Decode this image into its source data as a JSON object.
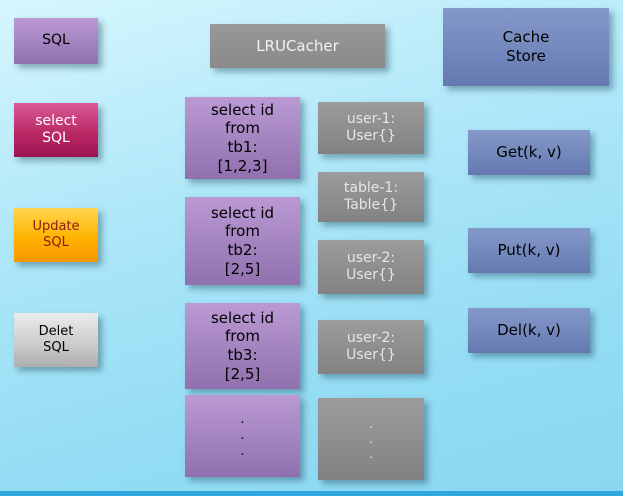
{
  "palette": {
    "background_top": "#d6f6fe",
    "background_bottom": "#8ad7f1",
    "bottom_edge": "#2fa9dd",
    "purple": "#a383bf",
    "gray": "#8c8c8c",
    "slate": "#7186ba",
    "magenta": "#bb2a67",
    "orange": "#ffb400",
    "silver": "#cdcdcd"
  },
  "nodes": {
    "sql": {
      "label": "SQL"
    },
    "lrucacher": {
      "label": "LRUCacher"
    },
    "cache_store": {
      "label": "Cache\nStore"
    },
    "select_sql": {
      "label": "select\nSQL"
    },
    "update_sql": {
      "label": "Update\nSQL"
    },
    "delete_sql": {
      "label": "Delet\nSQL"
    },
    "query_tb1": {
      "label": "select id\nfrom\ntb1:\n[1,2,3]"
    },
    "query_tb2": {
      "label": "select id\nfrom\ntb2:\n[2,5]"
    },
    "query_tb3": {
      "label": "select id\nfrom\ntb3:\n[2,5]"
    },
    "query_dots": {
      "label": ".\n.\n."
    },
    "obj_user1": {
      "label": "user-1:\nUser{}"
    },
    "obj_table1": {
      "label": "table-1:\nTable{}"
    },
    "obj_user2a": {
      "label": "user-2:\nUser{}"
    },
    "obj_user2b": {
      "label": "user-2:\nUser{}"
    },
    "obj_dots": {
      "label": ".\n.\n."
    },
    "op_get": {
      "label": "Get(k, v)"
    },
    "op_put": {
      "label": "Put(k, v)"
    },
    "op_del": {
      "label": "Del(k, v)"
    }
  }
}
